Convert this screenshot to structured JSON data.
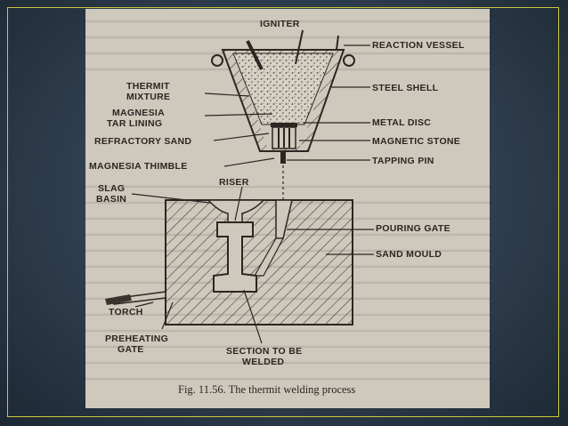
{
  "labels": {
    "igniter": "IGNITER",
    "reaction_vessel": "REACTION VESSEL",
    "thermit_mixture_1": "THERMIT",
    "thermit_mixture_2": "MIXTURE",
    "steel_shell": "STEEL SHELL",
    "magnesia_tar_1": "MAGNESIA",
    "magnesia_tar_2": "TAR LINING",
    "metal_disc": "METAL DISC",
    "refractory_sand": "REFRACTORY SAND",
    "magnetic_stone": "MAGNETIC STONE",
    "magnesia_thimble": "MAGNESIA THIMBLE",
    "tapping_pin": "TAPPING PIN",
    "slag_basin_1": "SLAG",
    "slag_basin_2": "BASIN",
    "riser": "RISER",
    "pouring_gate": "POURING GATE",
    "sand_mould": "SAND MOULD",
    "torch": "TORCH",
    "preheating_gate_1": "PREHEATING",
    "preheating_gate_2": "GATE",
    "section_welded_1": "SECTION TO BE",
    "section_welded_2": "WELDED"
  },
  "caption": "Fig. 11.56. The thermit welding process"
}
